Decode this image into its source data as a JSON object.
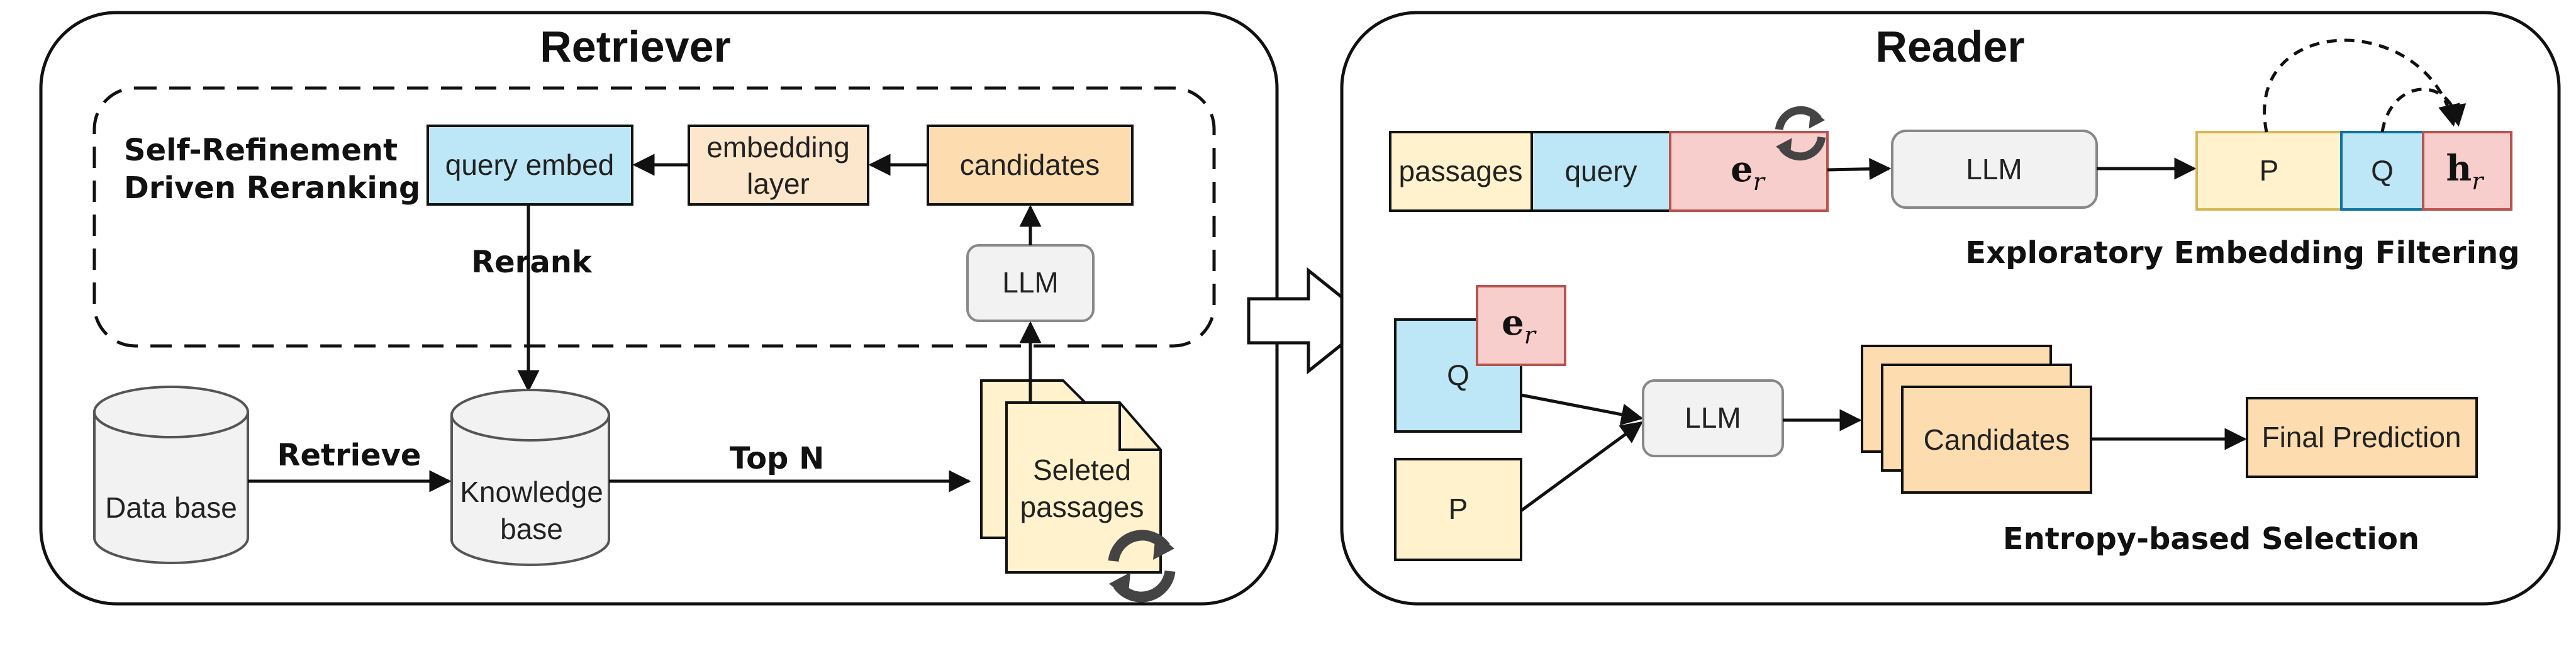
{
  "retriever": {
    "title": "Retriever",
    "refinement_label_line1": "Self-Refinement",
    "refinement_label_line2": "Driven Reranking",
    "query_embed": "query embed",
    "embedding_layer_line1": "embedding",
    "embedding_layer_line2": "layer",
    "candidates": "candidates",
    "llm": "LLM",
    "rerank": "Rerank",
    "data_base": "Data base",
    "retrieve": "Retrieve",
    "knowledge_base_line1": "Knowledge",
    "knowledge_base_line2": "base",
    "top_n": "Top N",
    "selected_passages_line1": "Seleted",
    "selected_passages_line2": "passages"
  },
  "reader": {
    "title": "Reader",
    "passages": "passages",
    "query": "query",
    "er_base": "e",
    "er_sub": "r",
    "llm": "LLM",
    "p": "P",
    "q": "Q",
    "hr_base": "h",
    "hr_sub": "r",
    "exploratory": "Exploratory Embedding Filtering",
    "q2": "Q",
    "er2_base": "e",
    "er2_sub": "r",
    "p2": "P",
    "llm2": "LLM",
    "candidates": "Candidates",
    "final_prediction": "Final Prediction",
    "entropy": "Entropy-based Selection"
  },
  "colors": {
    "blue": "#bde7f6",
    "orange": "#fddcb0",
    "light_orange": "#fde7cc",
    "yellow": "#fff2cc",
    "pink": "#f8cecc",
    "gray": "#f2f2f2"
  }
}
